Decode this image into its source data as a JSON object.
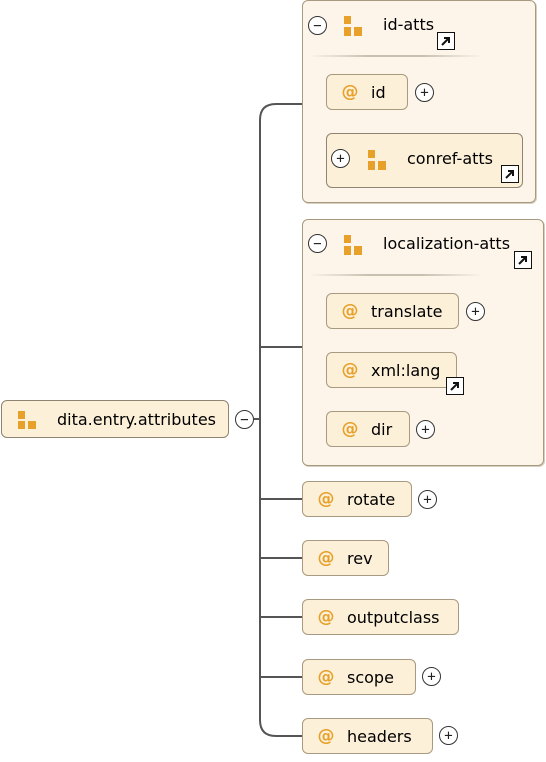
{
  "root": {
    "label": "dita.entry.attributes"
  },
  "groups": {
    "id_atts": {
      "label": "id-atts",
      "items": {
        "id": "id",
        "conref_atts": "conref-atts"
      }
    },
    "localization_atts": {
      "label": "localization-atts",
      "items": {
        "translate": "translate",
        "xml_lang": "xml:lang",
        "dir": "dir"
      }
    }
  },
  "attributes": {
    "rotate": "rotate",
    "rev": "rev",
    "outputclass": "outputclass",
    "scope": "scope",
    "headers": "headers"
  },
  "symbols": {
    "attribute": "@",
    "expand": "+",
    "collapse": "−"
  },
  "colors": {
    "node_fill": "#fdf0d8",
    "group_fill": "#fdf5ea",
    "icon_orange": "#e7a02a"
  }
}
